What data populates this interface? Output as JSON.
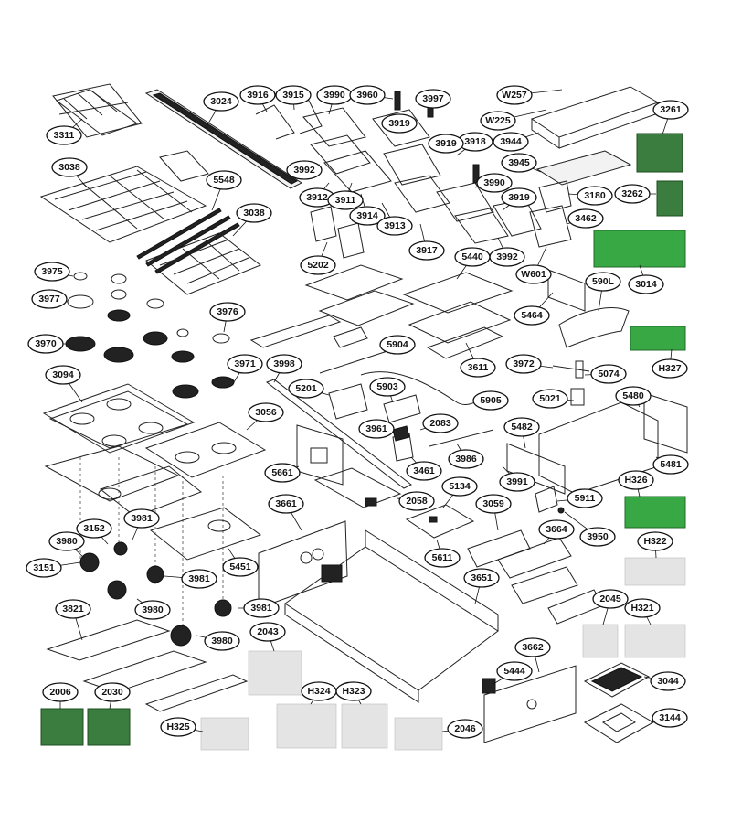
{
  "callouts": [
    {
      "id": "3311",
      "label": "3311"
    },
    {
      "id": "3024",
      "label": "3024"
    },
    {
      "id": "3916",
      "label": "3916"
    },
    {
      "id": "3915",
      "label": "3915"
    },
    {
      "id": "3990a",
      "label": "3990"
    },
    {
      "id": "3960",
      "label": "3960"
    },
    {
      "id": "3997",
      "label": "3997"
    },
    {
      "id": "W257",
      "label": "W257"
    },
    {
      "id": "W225",
      "label": "W225"
    },
    {
      "id": "3261",
      "label": "3261"
    },
    {
      "id": "3919a",
      "label": "3919"
    },
    {
      "id": "3918",
      "label": "3918"
    },
    {
      "id": "3944",
      "label": "3944"
    },
    {
      "id": "3038a",
      "label": "3038"
    },
    {
      "id": "3919b",
      "label": "3919"
    },
    {
      "id": "3992a",
      "label": "3992"
    },
    {
      "id": "3945",
      "label": "3945"
    },
    {
      "id": "5548",
      "label": "5548"
    },
    {
      "id": "3912",
      "label": "3912"
    },
    {
      "id": "3911",
      "label": "3911"
    },
    {
      "id": "3990b",
      "label": "3990"
    },
    {
      "id": "3180",
      "label": "3180"
    },
    {
      "id": "3262",
      "label": "3262"
    },
    {
      "id": "3038b",
      "label": "3038"
    },
    {
      "id": "3914",
      "label": "3914"
    },
    {
      "id": "3913",
      "label": "3913"
    },
    {
      "id": "3919c",
      "label": "3919"
    },
    {
      "id": "3462",
      "label": "3462"
    },
    {
      "id": "3917",
      "label": "3917"
    },
    {
      "id": "3992b",
      "label": "3992"
    },
    {
      "id": "5202",
      "label": "5202"
    },
    {
      "id": "5440",
      "label": "5440"
    },
    {
      "id": "3975",
      "label": "3975"
    },
    {
      "id": "W601",
      "label": "W601"
    },
    {
      "id": "3014",
      "label": "3014"
    },
    {
      "id": "590L",
      "label": "590L"
    },
    {
      "id": "3977",
      "label": "3977"
    },
    {
      "id": "5464",
      "label": "5464"
    },
    {
      "id": "3976",
      "label": "3976"
    },
    {
      "id": "3970",
      "label": "3970"
    },
    {
      "id": "5904",
      "label": "5904"
    },
    {
      "id": "3611",
      "label": "3611"
    },
    {
      "id": "3972",
      "label": "3972"
    },
    {
      "id": "5074",
      "label": "5074"
    },
    {
      "id": "H327",
      "label": "H327"
    },
    {
      "id": "3094",
      "label": "3094"
    },
    {
      "id": "3998",
      "label": "3998"
    },
    {
      "id": "3971",
      "label": "3971"
    },
    {
      "id": "5903",
      "label": "5903"
    },
    {
      "id": "5201",
      "label": "5201"
    },
    {
      "id": "5905",
      "label": "5905"
    },
    {
      "id": "5021",
      "label": "5021"
    },
    {
      "id": "5480",
      "label": "5480"
    },
    {
      "id": "3056",
      "label": "3056"
    },
    {
      "id": "3961",
      "label": "3961"
    },
    {
      "id": "2083",
      "label": "2083"
    },
    {
      "id": "5482",
      "label": "5482"
    },
    {
      "id": "3986",
      "label": "3986"
    },
    {
      "id": "5481",
      "label": "5481"
    },
    {
      "id": "5661",
      "label": "5661"
    },
    {
      "id": "3461",
      "label": "3461"
    },
    {
      "id": "3991",
      "label": "3991"
    },
    {
      "id": "H326",
      "label": "H326"
    },
    {
      "id": "5134",
      "label": "5134"
    },
    {
      "id": "5911",
      "label": "5911"
    },
    {
      "id": "3661",
      "label": "3661"
    },
    {
      "id": "2058",
      "label": "2058"
    },
    {
      "id": "3059",
      "label": "3059"
    },
    {
      "id": "3981a",
      "label": "3981"
    },
    {
      "id": "3152",
      "label": "3152"
    },
    {
      "id": "3950",
      "label": "3950"
    },
    {
      "id": "3664",
      "label": "3664"
    },
    {
      "id": "3980a",
      "label": "3980"
    },
    {
      "id": "5451",
      "label": "5451"
    },
    {
      "id": "5611",
      "label": "5611"
    },
    {
      "id": "H322",
      "label": "H322"
    },
    {
      "id": "3151",
      "label": "3151"
    },
    {
      "id": "3981b",
      "label": "3981"
    },
    {
      "id": "3651",
      "label": "3651"
    },
    {
      "id": "2045",
      "label": "2045"
    },
    {
      "id": "3821",
      "label": "3821"
    },
    {
      "id": "3980b",
      "label": "3980"
    },
    {
      "id": "3981c",
      "label": "3981"
    },
    {
      "id": "H321",
      "label": "H321"
    },
    {
      "id": "2043",
      "label": "2043"
    },
    {
      "id": "3980c",
      "label": "3980"
    },
    {
      "id": "3662",
      "label": "3662"
    },
    {
      "id": "5444",
      "label": "5444"
    },
    {
      "id": "3044",
      "label": "3044"
    },
    {
      "id": "2006",
      "label": "2006"
    },
    {
      "id": "2030",
      "label": "2030"
    },
    {
      "id": "H324",
      "label": "H324"
    },
    {
      "id": "H323",
      "label": "H323"
    },
    {
      "id": "H325",
      "label": "H325"
    },
    {
      "id": "2046",
      "label": "2046"
    },
    {
      "id": "3144",
      "label": "3144"
    }
  ]
}
